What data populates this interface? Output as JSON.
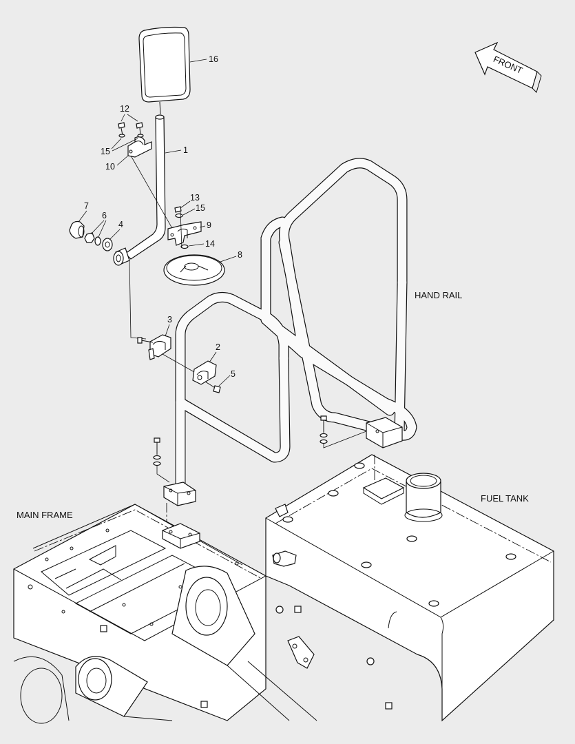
{
  "labels": {
    "front": "FRONT",
    "hand_rail": "HAND RAIL",
    "fuel_tank": "FUEL TANK",
    "main_frame": "MAIN FRAME"
  },
  "callouts": {
    "p1": "1",
    "p2": "2",
    "p3": "3",
    "p4": "4",
    "p5": "5",
    "p6": "6",
    "p7": "7",
    "p8": "8",
    "p9": "9",
    "p10": "10",
    "p12": "12",
    "p13": "13",
    "p14": "14",
    "p15a": "15",
    "p15b": "15",
    "p16": "16"
  }
}
